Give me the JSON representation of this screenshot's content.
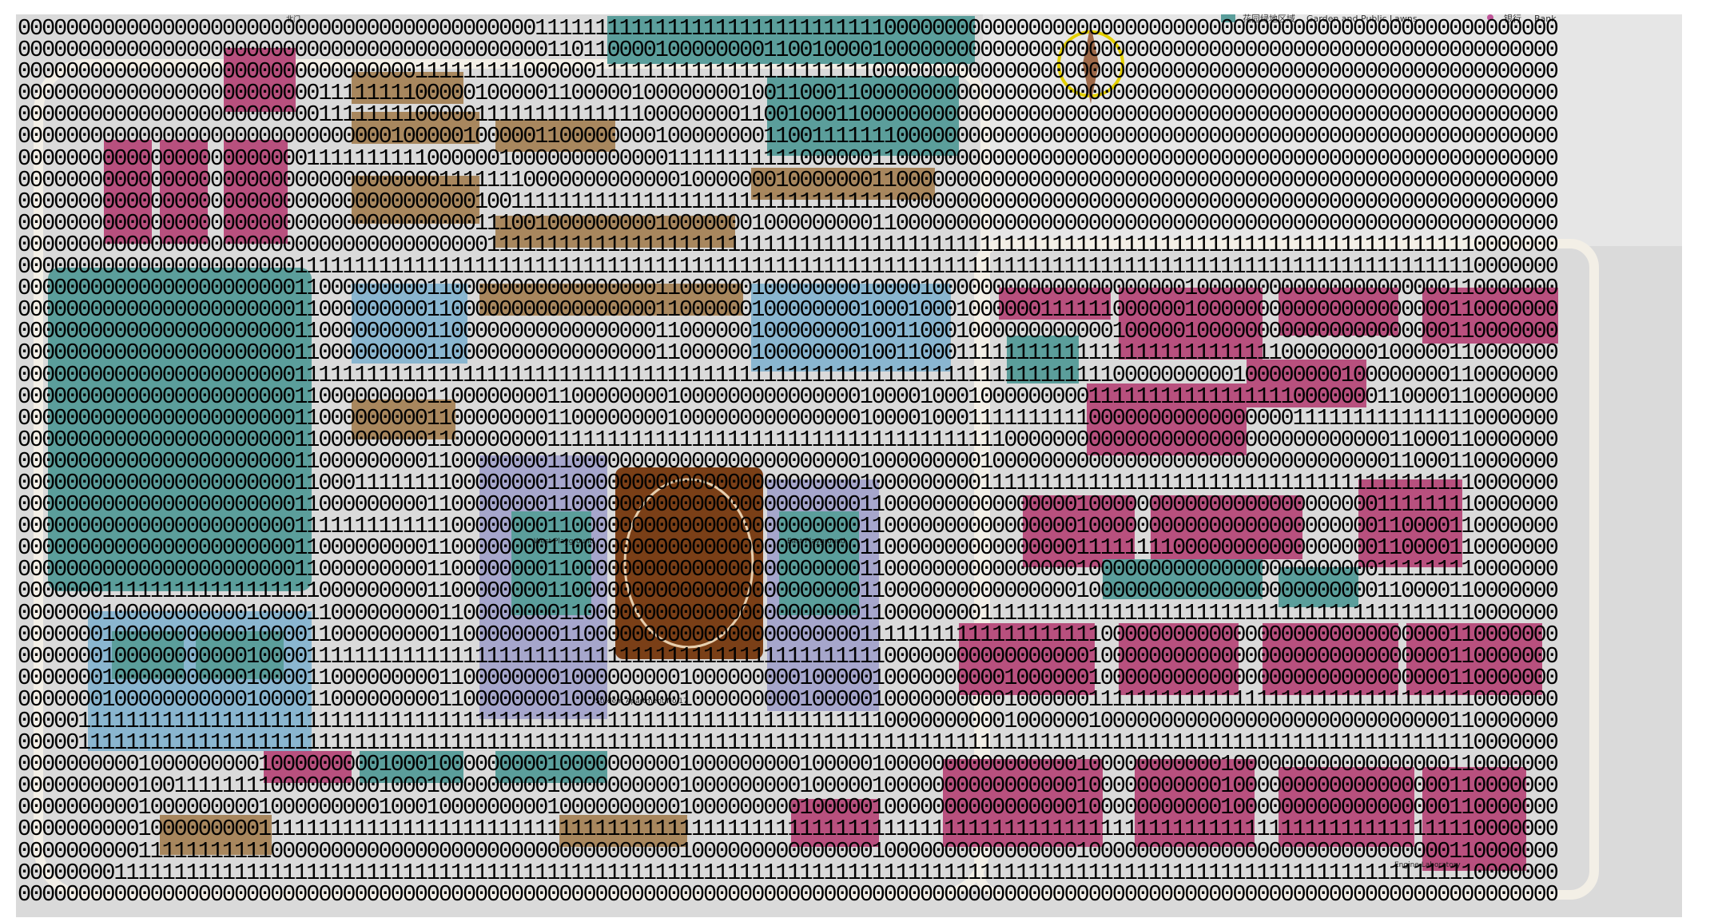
{
  "legend": {
    "items": [
      {
        "label": "花园绿地区域",
        "label_en": "Garden and Public Lawns",
        "color": "#5b9e9b"
      },
      {
        "label": "银行",
        "label_en": "Bank",
        "color": "#c0569a"
      }
    ]
  },
  "labels": {
    "gate": "北门",
    "east_playground": "East Playground",
    "west_playground": "West Playground",
    "student_apartment": "Student Apartment No.17",
    "engine_lab": "Engine Laboratory"
  },
  "colors": {
    "bg": "#dadada",
    "road": "#f3efe6",
    "green": "#5b9e9b",
    "magenta": "#b8507e",
    "tan": "#a8875e",
    "blue": "#8ab6d0",
    "lavender": "#a6a6cc",
    "brown": "#7a3f17"
  },
  "grid_rows": [
    "00000000000000000000000000000000000000000001111111111111111111111111111100000000000000000000000000000000000000000000000000000000",
    "00000000000000000000000000000000000000000000110110000100000000110010000100000000000000000000000000000000000000000000000000000000",
    "00000000000000000000000000000000011111111100000011111111111111111111111000000000000000000000000000000000000000000000000000000000",
    "00000000000000000000000001111111100000100000110000010000000010011000110000000000000000000000000000000000000000000000000000000000",
    "00000000000000000000000001111111100000111111111111110000000011001000110000000000000000000000000000000000000000000000000000000000",
    "00000000000000000000000000000001000001000001100000000100000000110011111110000000000000000000000000000000000000000000000000000000",
    "00000000000000000000000011111111110000001000000000000011111111111000000110000000000000000000000000000000000000000000000000000000",
    "00000000000000000000000000000000000111111100000000000001000000010000000110000000000000000000000000000000000000000000000000000000",
    "00000000000000000000000000000000000000100111111111111111111111111111111110000000000000000000000000000000000000000000000000000000",
    "00000000000000000000000000000000000000111001000000000100000001000000000110000000000000000000000000000000000000000000000000000000",
    "00000000000000000000000000000000000000011111111111111111111111111111111111111111111111111111111111111111111111111111111110000000",
    "00000000000000000000000111111111111111111111111111111111111111111111111111111111111111111111111111111111111111111111111110000000",
    "00000000000000000000000110000000001100000000000000000110000001000000001000010000000000000000000001000000000000000000000110000000",
    "00000000000000000000000110000000001100000000000000000110000001000000001000100010000001111110000001000000000000000000000110000000",
    "00000000000000000000000110000000001100000000000000000110000001000000001001100010000000000001000001000000000000000000000110000000",
    "00000000000000000000000110000000001100000000000000000110000001000000001001100011111111111111111111111111100000000100000110000000",
    "00000000000000000000000111111111111111111111111111111111111111111111111111111111111111111110000000000100000000100000000110000000",
    "00000000000000000000000110000000001100000000110000000010000000000000001000010001000000000111111111111111110000000110000110000000",
    "00000000000000000000000110000000001100000000110000000010000000000000001000010001111111111000000000000000001111111111111110000000",
    "00000000000000000000000110000000001100000000111111111111111111111111111111111111110000000000000000000000000000000011000110000000",
    "00000000000000000000000110000000001100000000110000000000000000000000001000000000100000000000000000000000000000000011000110000000",
    "00000000000000000000000110001111111100000000110000000000000000000000001000000000111111111111111111111111111111111111111110000000",
    "00000000000000000000000110000000001100000000110000000000000000000000001100000000000000001000000000000000000000000111111110000000",
    "00000000000000000000000111111111111100000000110000000000000000000000001100000000000000001000000000000000000000000110000110000000",
    "00000000000000000000000110000000001100000000110000000000000000000000001100000000000000001111111100000000000000000110000110000000",
    "00000000000000000000000110000000001100000000110000000000000000000000001100000000000000001000000000000000000000000111111110000000",
    "00000001111111111111111110000000001100000000110000000000000000000000001100000000000000001000000000000000000000000110000110000000",
    "00000001000000000001000011000000000110000000011000000000000000000000001100000000111111111111111111111111111111111111111110000000",
    "00000001000000000001000011000000000110000000011000000000000000000000001111111111111111111100000000000000000000000000000110000000",
    "00000001000000000001000011111111111111111111111111111111111111111111111100000000000000000100000000000000000000000000000110000000",
    "00000001000000000001000011000000000110000000010000000001000000000100000100000000001000000100000000000000000000000000000110000000",
    "00000001000000000001000011000000000110000000010000000001000000000100000100000000001000000111111111111111111111111111111110000000",
    "00000111111111111111111111111111111111111111111111111111111111111111111100000000001000000100000000000000000000000000000110000000",
    "00000111111111111111111111111111111111111111111111111111111111111111111111111111111111111111111111111111111111111111111110000000",
    "00000000001000000000100000000010001000000000100000000001000000000100000100000000000000001000000000001000000000000000000110000000",
    "00000000001001111111100000000010001000000000100000000001000000000100000100000000000000001000000000001000000000000000000110000000",
    "00000000001000000000100000000010001000000000100000000001000000000100000100000000000000001000000000001000000000000000000110000000",
    "00000000001000000000111111111111111111111111111111111111111111111111111111111111111111111111111111111111111111111111111110000000",
    "00000000001111111111100000000000000000000000000000000001000000000000000100000000000000001000000000000000000000000000000110000000",
    "00000000111111111111111111111111111111111111111111111111111111111111111111111111111111111111111111111111111111111111111110000000",
    "00000000000000000000000000000000000000000000000000000000000000000000000000000000000000000000000000000000000000000000000000000000"
  ]
}
